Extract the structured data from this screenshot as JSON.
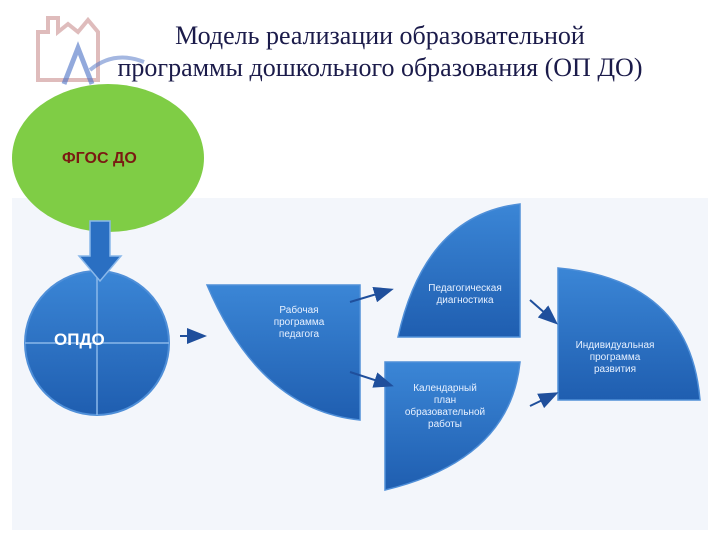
{
  "slide": {
    "title_line1": "Модель реализации образовательной",
    "title_line2": "программы дошкольного образования (ОП ДО)"
  },
  "nodes": {
    "fgos": "ФГОС ДО",
    "opdo": "ОПДО",
    "work_program": [
      "Рабочая",
      "программа",
      "педагога"
    ],
    "ped_diagnostics": [
      "Педагогическая",
      "диагностика"
    ],
    "calendar_plan": [
      "Календарный",
      "план",
      "образовательной",
      "работы"
    ],
    "individual_program": [
      "Индивидуальная",
      "программа",
      "развития"
    ]
  },
  "colors": {
    "circle_green": "#7fcd45",
    "shape_blue": "#2a6fc2",
    "shape_blue_dark": "#1e5aa8",
    "arrow_blue": "#1f4f9c",
    "title_color": "#1b1b4a"
  }
}
